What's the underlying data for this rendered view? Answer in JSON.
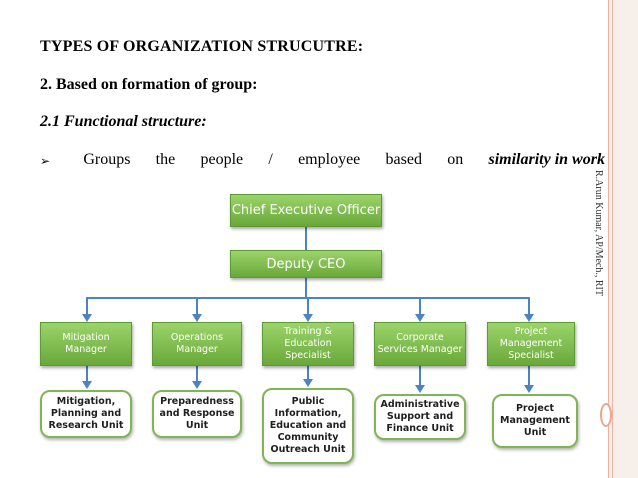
{
  "slide": {
    "title": "TYPES OF ORGANIZATION STRUCUTRE:",
    "subtitle": "2. Based on formation of group:",
    "section": "2.1 Functional structure:",
    "bullet_arrow": "➢",
    "bullet_words": [
      "Groups",
      "the",
      "people",
      "/",
      "employee",
      "based",
      "on"
    ],
    "bullet_emph": "similarity in work",
    "side_text": "R.Arun Kumar, AP/Mech., RIT"
  },
  "org_chart": {
    "ceo": "Chief Executive Officer",
    "deputy": "Deputy CEO",
    "managers": [
      {
        "label": "Mitigation Manager",
        "unit": "Mitigation, Planning and Research Unit"
      },
      {
        "label": "Operations Manager",
        "unit": "Preparedness and Response Unit"
      },
      {
        "label": "Training & Education Specialist",
        "unit": "Public Information, Education and Community Outreach Unit"
      },
      {
        "label": "Corporate Services Manager",
        "unit": "Administrative Support and Finance Unit"
      },
      {
        "label": "Project Management Specialist",
        "unit": "Project Management Unit"
      }
    ]
  }
}
